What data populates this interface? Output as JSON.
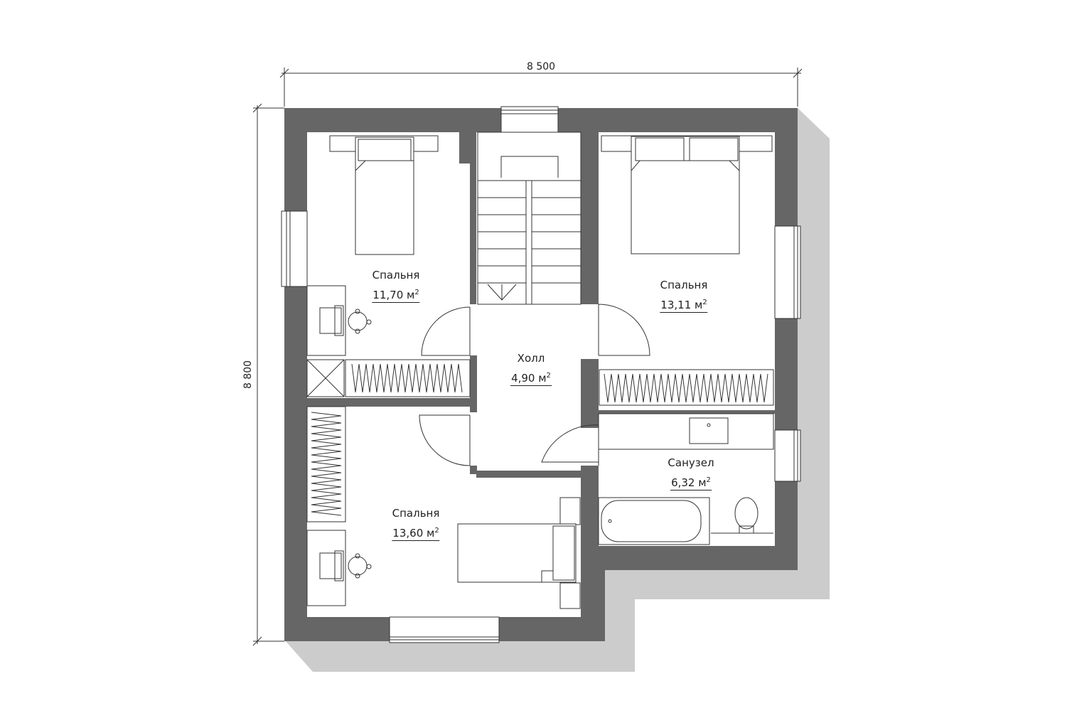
{
  "dimensions": {
    "width": "8 500",
    "height": "8 800"
  },
  "rooms": [
    {
      "id": "bedroom-1",
      "name": "Спальня",
      "area": "11,70 м",
      "unit_sup": "2"
    },
    {
      "id": "bedroom-2",
      "name": "Спальня",
      "area": "13,11 м",
      "unit_sup": "2"
    },
    {
      "id": "hall",
      "name": "Холл",
      "area": "4,90 м",
      "unit_sup": "2"
    },
    {
      "id": "bathroom",
      "name": "Санузел",
      "area": "6,32 м",
      "unit_sup": "2"
    },
    {
      "id": "bedroom-3",
      "name": "Спальня",
      "area": "13,60 м",
      "unit_sup": "2"
    }
  ],
  "colors": {
    "wall": "#666666",
    "shadow": "#cccccc",
    "line": "#333333",
    "background": "#ffffff"
  }
}
